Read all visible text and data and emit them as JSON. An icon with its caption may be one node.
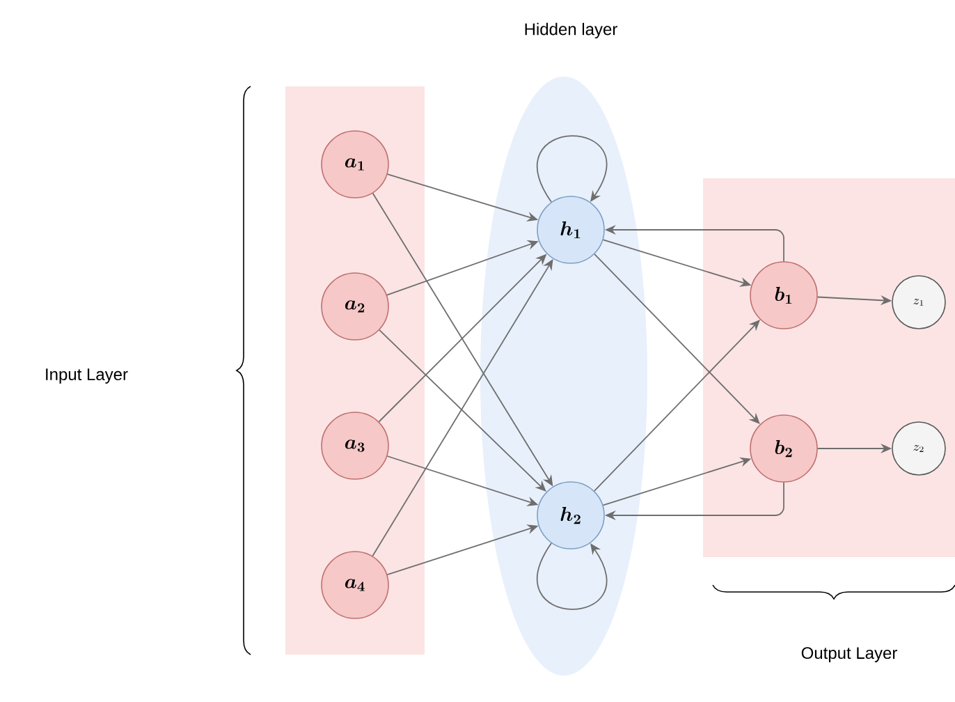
{
  "diagram": {
    "nodes": [
      {
        "text": [],
        "shape": "box"
      },
      {
        "text": [
          "a_1"
        ],
        "in": 0
      },
      {
        "text": [
          "a_2"
        ],
        "in": 0
      },
      {
        "text": [
          "a_3"
        ],
        "in": 0
      },
      {
        "text": [
          "a_4"
        ],
        "in": 0
      },
      {
        "text": [
          "Hidden layer"
        ]
      },
      {
        "text": [
          "h_1"
        ],
        "in": 5
      },
      {
        "text": [
          "h_2"
        ],
        "in": 5
      },
      {
        "text": [],
        "shape": "box"
      },
      {
        "text": [
          "b_1"
        ],
        "in": 8
      },
      {
        "text": [
          "b_2"
        ],
        "in": 8
      },
      {
        "text": [
          "z_1"
        ],
        "in": 8
      },
      {
        "text": [
          "z_2"
        ],
        "in": 8
      }
    ],
    "edges": [
      {
        "from": 1,
        "to": 6,
        "arrow": "to"
      },
      {
        "from": 1,
        "to": 7,
        "arrow": "to"
      },
      {
        "from": 2,
        "to": 6,
        "arrow": "to"
      },
      {
        "from": 2,
        "to": 7,
        "arrow": "to"
      },
      {
        "from": 3,
        "to": 6,
        "arrow": "to"
      },
      {
        "from": 3,
        "to": 7,
        "arrow": "to"
      },
      {
        "from": 4,
        "to": 6,
        "arrow": "to"
      },
      {
        "from": 4,
        "to": 7,
        "arrow": "to"
      },
      {
        "from": 6,
        "to": 6,
        "arrow": "to"
      },
      {
        "from": 7,
        "to": 7,
        "arrow": "to"
      },
      {
        "from": 6,
        "to": 9,
        "arrow": "to"
      },
      {
        "from": 6,
        "to": 10,
        "arrow": "to"
      },
      {
        "from": 7,
        "to": 9,
        "arrow": "to"
      },
      {
        "from": 7,
        "to": 10,
        "arrow": "to"
      },
      {
        "from": 9,
        "to": 6,
        "arrow": "to"
      },
      {
        "from": 10,
        "to": 7,
        "arrow": "to"
      },
      {
        "from": 9,
        "to": 11,
        "arrow": "to"
      },
      {
        "from": 10,
        "to": 12,
        "arrow": "to"
      }
    ],
    "labels": [
      "Input Layer",
      "Output Layer"
    ]
  }
}
